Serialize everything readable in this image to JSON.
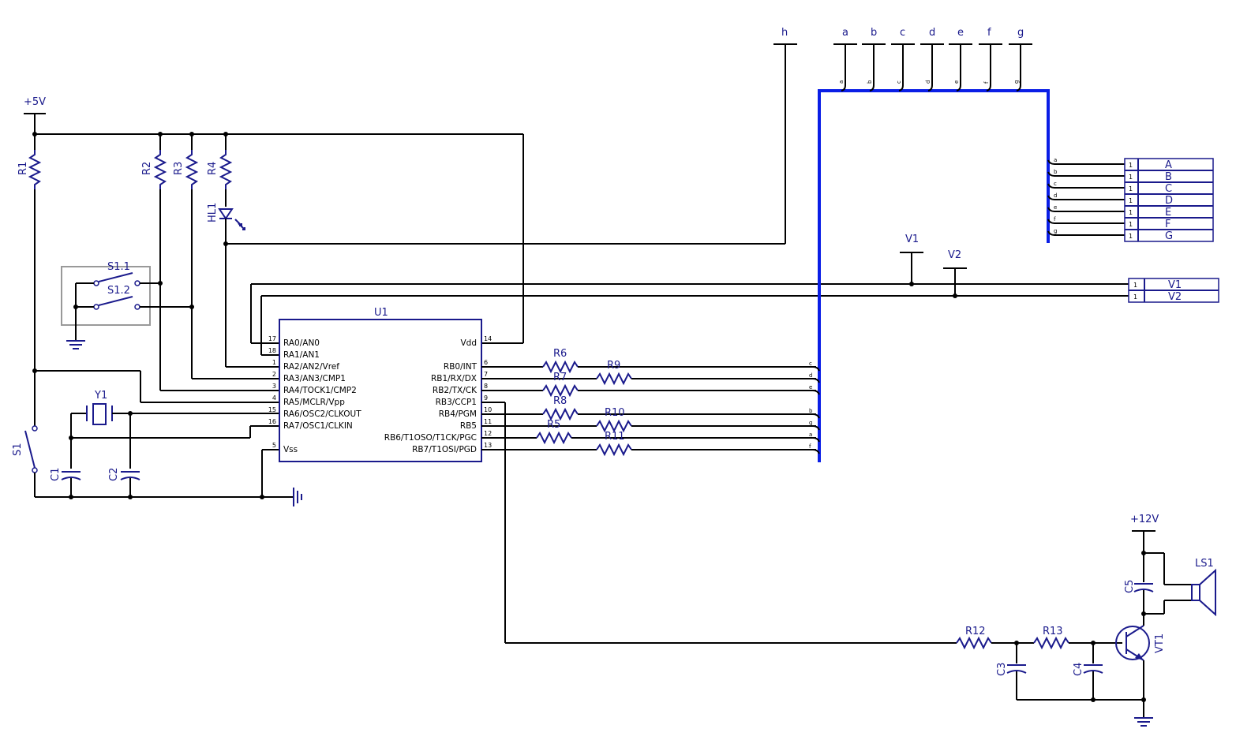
{
  "power": {
    "vcc5": "+5V",
    "vcc12": "+12V"
  },
  "chip": {
    "ref": "U1",
    "left_pins": [
      {
        "num": "17",
        "name": "RA0/AN0"
      },
      {
        "num": "18",
        "name": "RA1/AN1"
      },
      {
        "num": "1",
        "name": "RA2/AN2/Vref"
      },
      {
        "num": "2",
        "name": "RA3/AN3/CMP1"
      },
      {
        "num": "3",
        "name": "RA4/TOCK1/CMP2"
      },
      {
        "num": "4",
        "name": "RA5/MCLR/Vpp"
      },
      {
        "num": "15",
        "name": "RA6/OSC2/CLKOUT"
      },
      {
        "num": "16",
        "name": "RA7/OSC1/CLKIN"
      },
      {
        "num": "5",
        "name": "Vss"
      }
    ],
    "right_pins": [
      {
        "num": "14",
        "name": "Vdd"
      },
      {
        "num": "6",
        "name": "RB0/INT"
      },
      {
        "num": "7",
        "name": "RB1/RX/DX"
      },
      {
        "num": "8",
        "name": "RB2/TX/CK"
      },
      {
        "num": "9",
        "name": "RB3/CCP1"
      },
      {
        "num": "10",
        "name": "RB4/PGM"
      },
      {
        "num": "11",
        "name": "RB5"
      },
      {
        "num": "12",
        "name": "RB6/T1OSO/T1CK/PGC"
      },
      {
        "num": "13",
        "name": "RB7/T1OSI/PGD"
      }
    ]
  },
  "refs": {
    "R1": "R1",
    "R2": "R2",
    "R3": "R3",
    "R4": "R4",
    "R5": "R5",
    "R6": "R6",
    "R7": "R7",
    "R8": "R8",
    "R9": "R9",
    "R10": "R10",
    "R11": "R11",
    "R12": "R12",
    "R13": "R13",
    "C1": "C1",
    "C2": "C2",
    "C3": "C3",
    "C4": "C4",
    "C5": "C5",
    "HL1": "HL1",
    "Y1": "Y1",
    "S1": "S1",
    "S11": "S1.1",
    "S12": "S1.2",
    "VT1": "VT1",
    "LS1": "LS1",
    "V1": "V1",
    "V2": "V2"
  },
  "bus_net_labels_top": [
    "h",
    "a",
    "b",
    "c",
    "d",
    "e",
    "f",
    "g"
  ],
  "bus_entry_labels_top": [
    "a",
    "b",
    "c",
    "d",
    "e",
    "f",
    "g"
  ],
  "bus_entry_labels_left": [
    "c",
    "d",
    "e",
    "b",
    "g",
    "a",
    "f"
  ],
  "bus_entry_labels_right": [
    "a",
    "b",
    "c",
    "d",
    "e",
    "f",
    "g"
  ],
  "segment_connector": {
    "pin_nums": [
      "1",
      "1",
      "1",
      "1",
      "1",
      "1",
      "1"
    ],
    "signals": [
      "A",
      "B",
      "C",
      "D",
      "E",
      "F",
      "G"
    ]
  },
  "digit_connector": {
    "pin_nums": [
      "1",
      "1"
    ],
    "signals": [
      "V1",
      "V2"
    ]
  }
}
